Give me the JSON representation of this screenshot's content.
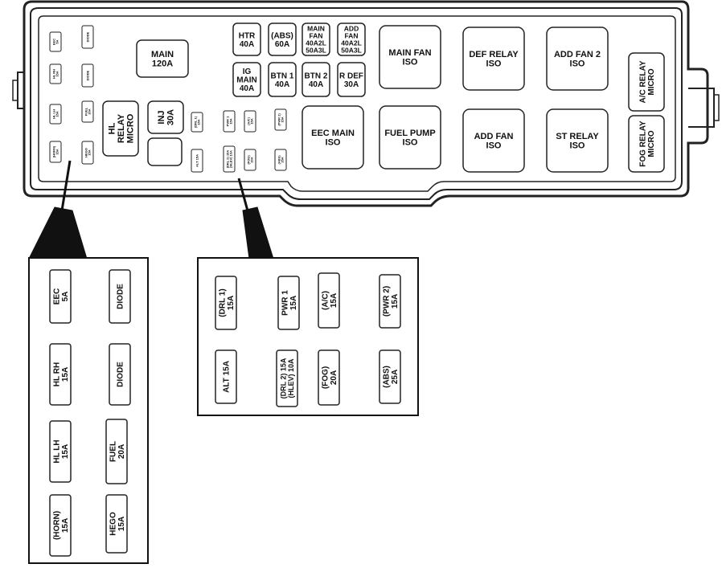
{
  "box": {
    "main120": [
      "MAIN",
      "120A"
    ],
    "htr": [
      "HTR",
      "40A"
    ],
    "abs60": [
      "(ABS)",
      "60A"
    ],
    "mainfan_fuse": [
      "MAIN",
      "FAN",
      "40A2L",
      "50A3L"
    ],
    "addfan_fuse": [
      "ADD",
      "FAN",
      "40A2L",
      "50A3L"
    ],
    "igmain": [
      "IG",
      "MAIN",
      "40A"
    ],
    "btn1": [
      "BTN 1",
      "40A"
    ],
    "btn2": [
      "BTN 2",
      "40A"
    ],
    "rdef": [
      "R DEF",
      "30A"
    ],
    "hl_relay": [
      "HL",
      "RELAY",
      "MICRO"
    ],
    "inj": [
      "INJ",
      "30A"
    ],
    "mainfan_iso": [
      "MAIN FAN",
      "ISO"
    ],
    "defrelay_iso": [
      "DEF RELAY",
      "ISO"
    ],
    "addfan2_iso": [
      "ADD FAN 2",
      "ISO"
    ],
    "ac_relay": [
      "A/C RELAY",
      "MICRO"
    ],
    "eecmain_iso": [
      "EEC MAIN",
      "ISO"
    ],
    "fuelpump_iso": [
      "FUEL PUMP",
      "ISO"
    ],
    "addfan_iso": [
      "ADD FAN",
      "ISO"
    ],
    "strelay_iso": [
      "ST RELAY",
      "ISO"
    ],
    "fog_relay": [
      "FOG RELAY",
      "MICRO"
    ]
  },
  "left_small": {
    "eec": [
      "EEC",
      "5A"
    ],
    "diode1": [
      "DIODE"
    ],
    "hlrh": [
      "HL RH",
      "15A"
    ],
    "diode2": [
      "DIODE"
    ],
    "hllh": [
      "HL LH",
      "15A"
    ],
    "fuel": [
      "FUEL",
      "20A"
    ],
    "horn": [
      "(HORN)",
      "15A"
    ],
    "hego": [
      "HEGO",
      "15A"
    ]
  },
  "mid_small": {
    "drl1": [
      "(DRL 1)",
      "15A"
    ],
    "pwr1": [
      "PWR 1",
      "15A"
    ],
    "ac": [
      "(A/C)",
      "15A"
    ],
    "pwr2": [
      "(PWR 2)",
      "15A"
    ],
    "alt": [
      "ALT 15A"
    ],
    "drl2": [
      "(DRL 2) 15A",
      "(HLEV) 10A"
    ],
    "fog": [
      "(FOG)",
      "20A"
    ],
    "abs25": [
      "(ABS)",
      "25A"
    ]
  },
  "detail_left": {
    "eec": [
      "EEC",
      "5A"
    ],
    "diode1": [
      "DIODE"
    ],
    "hlrh": [
      "HL RH",
      "15A"
    ],
    "diode2": [
      "DIODE"
    ],
    "hllh": [
      "HL LH",
      "15A"
    ],
    "fuel": [
      "FUEL",
      "20A"
    ],
    "horn": [
      "(HORN)",
      "15A"
    ],
    "hego": [
      "HEGO",
      "15A"
    ]
  },
  "detail_mid": {
    "drl1": [
      "(DRL 1)",
      "15A"
    ],
    "pwr1": [
      "PWR 1",
      "15A"
    ],
    "ac": [
      "(A/C)",
      "15A"
    ],
    "pwr2": [
      "(PWR 2)",
      "15A"
    ],
    "alt": [
      "ALT 15A"
    ],
    "drl2": [
      "(DRL 2) 15A",
      "(HLEV) 10A"
    ],
    "fog": [
      "(FOG)",
      "20A"
    ],
    "abs25": [
      "(ABS)",
      "25A"
    ]
  }
}
